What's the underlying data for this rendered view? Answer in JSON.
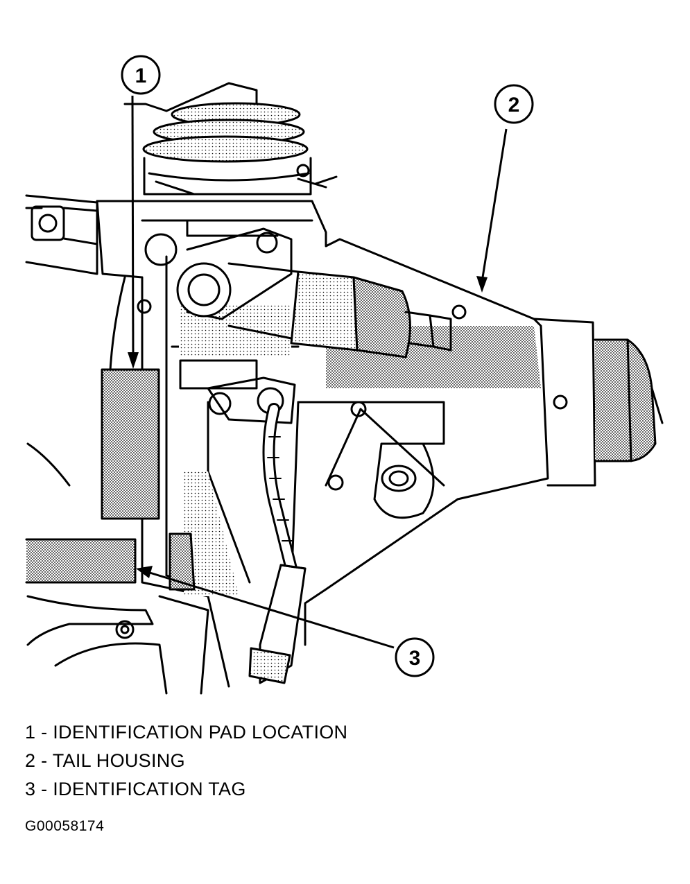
{
  "callouts": [
    {
      "number": "1"
    },
    {
      "number": "2"
    },
    {
      "number": "3"
    }
  ],
  "legend": [
    {
      "number": "1",
      "label": "IDENTIFICATION PAD LOCATION"
    },
    {
      "number": "2",
      "label": "TAIL HOUSING"
    },
    {
      "number": "3",
      "label": "IDENTIFICATION TAG"
    }
  ],
  "figure_id": "G00058174",
  "colors": {
    "line": "#000000",
    "shade": "#b8b8b8",
    "background": "#ffffff"
  }
}
